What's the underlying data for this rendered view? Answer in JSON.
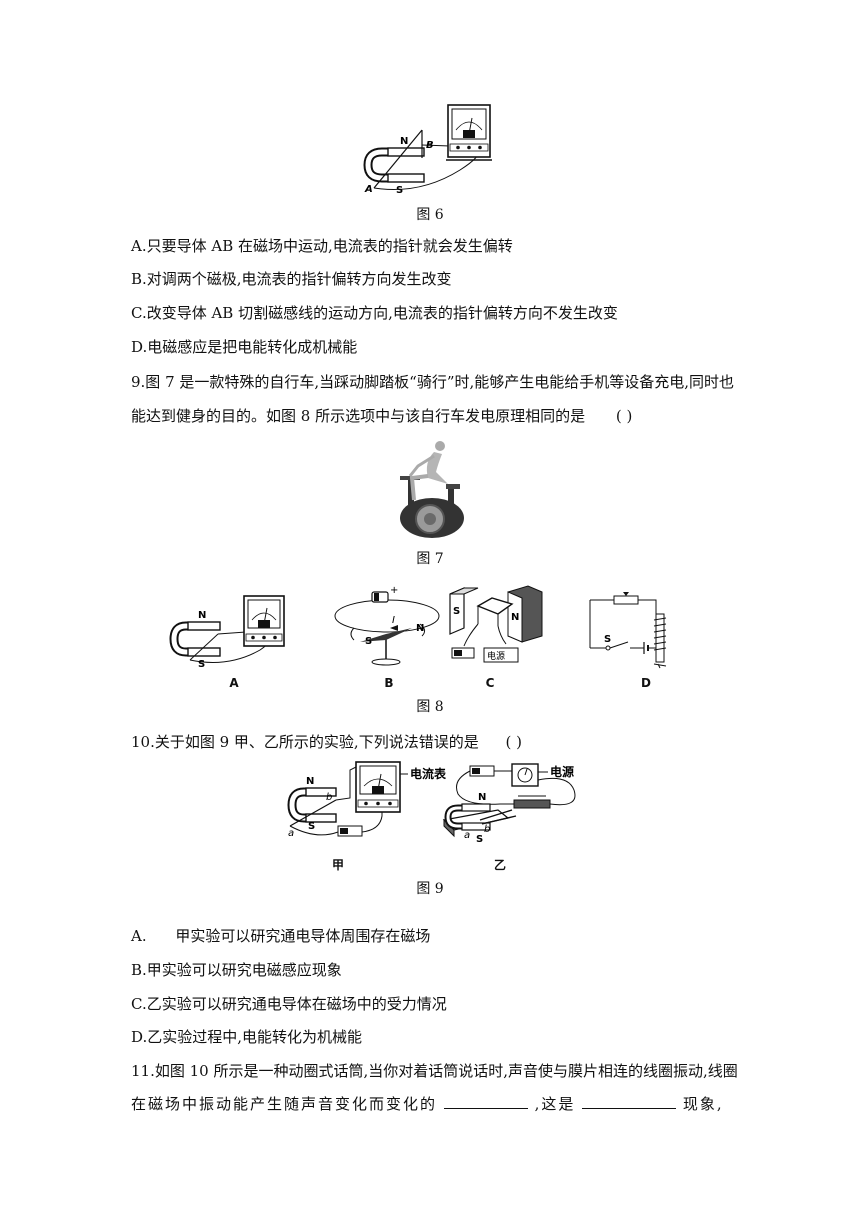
{
  "fig6": {
    "caption": "图 6",
    "labels": {
      "n": "N",
      "s": "S",
      "a": "A",
      "b": "B"
    }
  },
  "q8_options": {
    "a": "A.只要导体 AB 在磁场中运动,电流表的指针就会发生偏转",
    "b": "B.对调两个磁极,电流表的指针偏转方向发生改变",
    "c": "C.改变导体 AB 切割磁感线的运动方向,电流表的指针偏转方向不发生改变",
    "d": "D.电磁感应是把电能转化成机械能"
  },
  "q9": {
    "line1": "9.图 7 是一款特殊的自行车,当踩动脚踏板“骑行”时,能够产生电能给手机等设备充电,同时也",
    "line2": "能达到健身的目的。如图 8 所示选项中与该自行车发电原理相同的是",
    "bracket": "(        )"
  },
  "fig7": {
    "caption": "图 7"
  },
  "fig8": {
    "caption": "图 8",
    "sublabels": [
      "A",
      "B",
      "C",
      "D"
    ],
    "b_labels": {
      "plus": "+",
      "current": "I",
      "s": "S",
      "n": "N"
    },
    "c_labels": {
      "s": "S",
      "n": "N",
      "power": "电源"
    },
    "d_labels": {
      "s": "S"
    }
  },
  "q10": {
    "stem": "10.关于如图 9 甲、乙所示的实验,下列说法错误的是",
    "bracket": "(        )"
  },
  "fig9": {
    "caption": "图 9",
    "left_label": "甲",
    "right_label": "乙",
    "ammeter": "电流表",
    "power": "电源",
    "letters": {
      "n": "N",
      "s": "S",
      "a": "a",
      "b": "b"
    }
  },
  "q10_options": {
    "a_letter": "A.",
    "a_text": "甲实验可以研究通电导体周围存在磁场",
    "b": "B.甲实验可以研究电磁感应现象",
    "c": "C.乙实验可以研究通电导体在磁场中的受力情况",
    "d": "D.乙实验过程中,电能转化为机械能"
  },
  "q11": {
    "line1": "11.如图 10 所示是一种动圈式话筒,当你对着话筒说话时,声音使与膜片相连的线圈振动,线圈",
    "line2_a": "在磁场中振动能产生随声音变化而变化的",
    "line2_b": ",这是",
    "line2_c": "现象,"
  }
}
